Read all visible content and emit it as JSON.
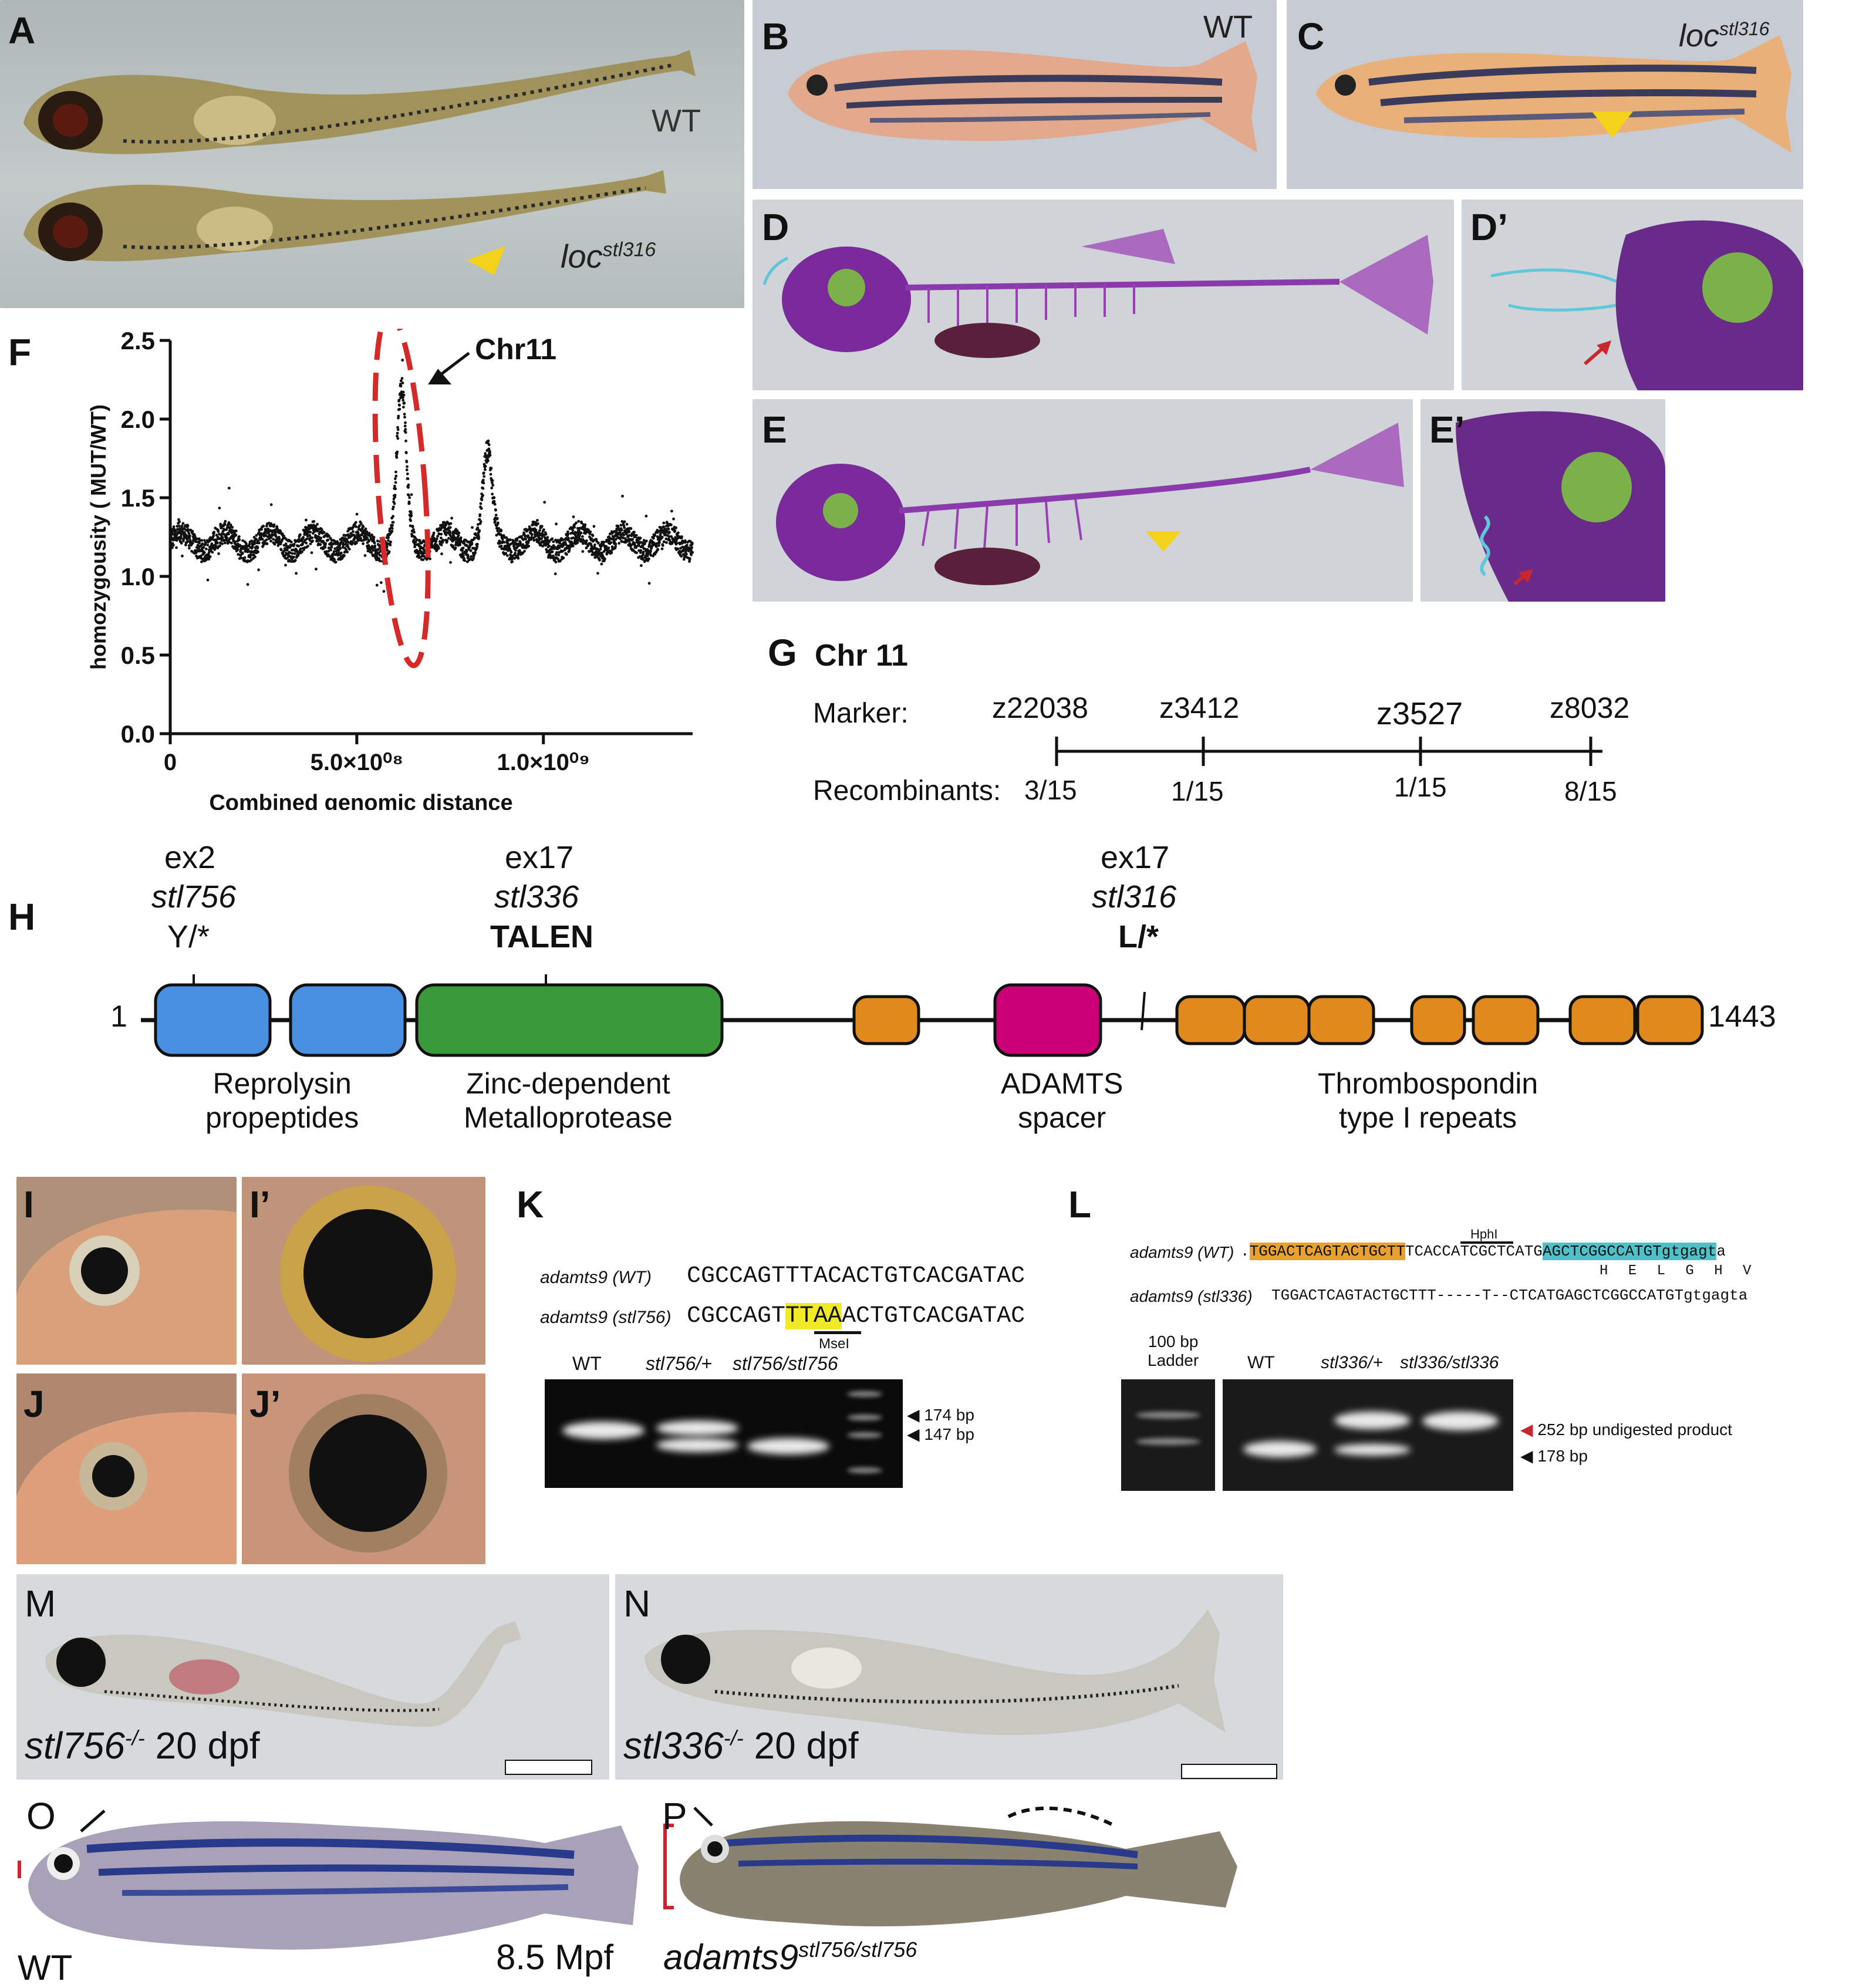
{
  "figure": {
    "panel_labels": [
      "A",
      "B",
      "C",
      "D",
      "D'",
      "E",
      "E'",
      "F",
      "G",
      "H",
      "I",
      "I'",
      "J",
      "J'",
      "K",
      "L",
      "M",
      "N",
      "O",
      "P"
    ]
  },
  "panelA": {
    "label_wt": "WT",
    "label_mut_prefix": "loc",
    "label_mut_sup": "stl316"
  },
  "panelB": {
    "label": "WT"
  },
  "panelC": {
    "label_prefix": "loc",
    "label_sup": "stl316"
  },
  "chart_data": {
    "type": "scatter",
    "ylabel": "homozygousity ( MUT/WT)",
    "xlabel": "Combined genomic distance",
    "ylim": [
      0.0,
      2.5
    ],
    "xlim": [
      0,
      1400000000
    ],
    "yticks": [
      "0.0",
      "0.5",
      "1.0",
      "1.5",
      "2.0",
      "2.5"
    ],
    "xticks": [
      "0",
      "5.0×10⁰⁸",
      "1.0×10⁰⁹"
    ],
    "xtick_values": [
      0,
      500000000,
      1000000000
    ],
    "annotation": "Chr11",
    "peaks": [
      {
        "x": 620000000,
        "y": 2.15
      },
      {
        "x": 850000000,
        "y": 1.75
      }
    ]
  },
  "panelG": {
    "title": "Chr 11",
    "marker_label": "Marker:",
    "recomb_label": "Recombinants:",
    "markers": [
      {
        "name": "z22038",
        "recomb": "3/15"
      },
      {
        "name": "z3412",
        "recomb": "1/15"
      },
      {
        "name": "z3527",
        "recomb": "1/15"
      },
      {
        "name": "z8032",
        "recomb": "8/15"
      }
    ]
  },
  "panelH": {
    "start": "1",
    "end": "1443",
    "mutations": [
      {
        "exon": "ex2",
        "allele": "stl756",
        "change": "Y/*"
      },
      {
        "exon": "ex17",
        "allele": "stl336",
        "change": "TALEN"
      },
      {
        "exon": "ex17",
        "allele": "stl316",
        "change": "L/*"
      }
    ],
    "domains": [
      {
        "name_line1": "Reprolysin",
        "name_line2": "propeptides",
        "color": "#4a90e2"
      },
      {
        "name_line1": "Zinc-dependent",
        "name_line2": "Metalloprotease",
        "color": "#3a9a3a"
      },
      {
        "name_line1": "ADAMTS",
        "name_line2": "spacer",
        "color": "#cc0077"
      },
      {
        "name_line1": "Thrombospondin",
        "name_line2": "type I repeats",
        "color": "#e08a1e"
      }
    ]
  },
  "panelK": {
    "wt_label": "adamts9 (WT)",
    "wt_seq": "CGCCAGTTTACACTGTCACGATAC",
    "mut_label": "adamts9 (stl756)",
    "mut_seq_pre": "CGCCAGT",
    "mut_seq_hl": "TTAA",
    "mut_seq_post": "ACTGTCACGATAC",
    "enzyme": "MseI",
    "lanes": [
      "WT",
      "stl756/+",
      "stl756/stl756"
    ],
    "sizes": [
      "174 bp",
      "147 bp"
    ]
  },
  "panelL": {
    "wt_label": "adamts9 (WT)",
    "wt_seq_prefix": ".",
    "wt_seq_orange": "TGGACTCAGTACTGCTT",
    "wt_seq_mid": "TCACCATCGCTCATG",
    "wt_seq_teal": "AGCTCGGCCATGTgtgagt",
    "wt_seq_end": "a",
    "enzyme": "HphI",
    "aa": "H  E  L  G  H  V",
    "mut_label": "adamts9 (stl336)",
    "mut_seq": "TGGACTCAGTACTGCTTT-----T--CTCATGAGCTCGGCCATGTgtgagta",
    "ladder_label_1": "100 bp",
    "ladder_label_2": "Ladder",
    "lanes": [
      "WT",
      "stl336/+",
      "stl336/stl336"
    ],
    "size_upper": "252 bp undigested product",
    "size_lower": "178 bp"
  },
  "panelM": {
    "label_prefix": "stl756",
    "label_sup": "-/-",
    "label_suffix": " 20 dpf"
  },
  "panelN": {
    "label_prefix": "stl336",
    "label_sup": "-/-",
    "label_suffix": " 20 dpf"
  },
  "panelO": {
    "label_left": "WT",
    "label_right": "8.5 Mpf"
  },
  "panelP": {
    "label_prefix": "adamts9",
    "label_sup": "stl756/stl756"
  },
  "colors": {
    "photo_bg": "#c9cdd3",
    "skeleton_purple": "#7a2a9a",
    "cartilage_blue": "#5fc7d9",
    "arrow_red": "#c8282d",
    "arrow_yellow": "#f2d21b",
    "highlight_yellow": "#f0ea2a",
    "highlight_orange": "#e8a030",
    "highlight_teal": "#50c0c8"
  }
}
